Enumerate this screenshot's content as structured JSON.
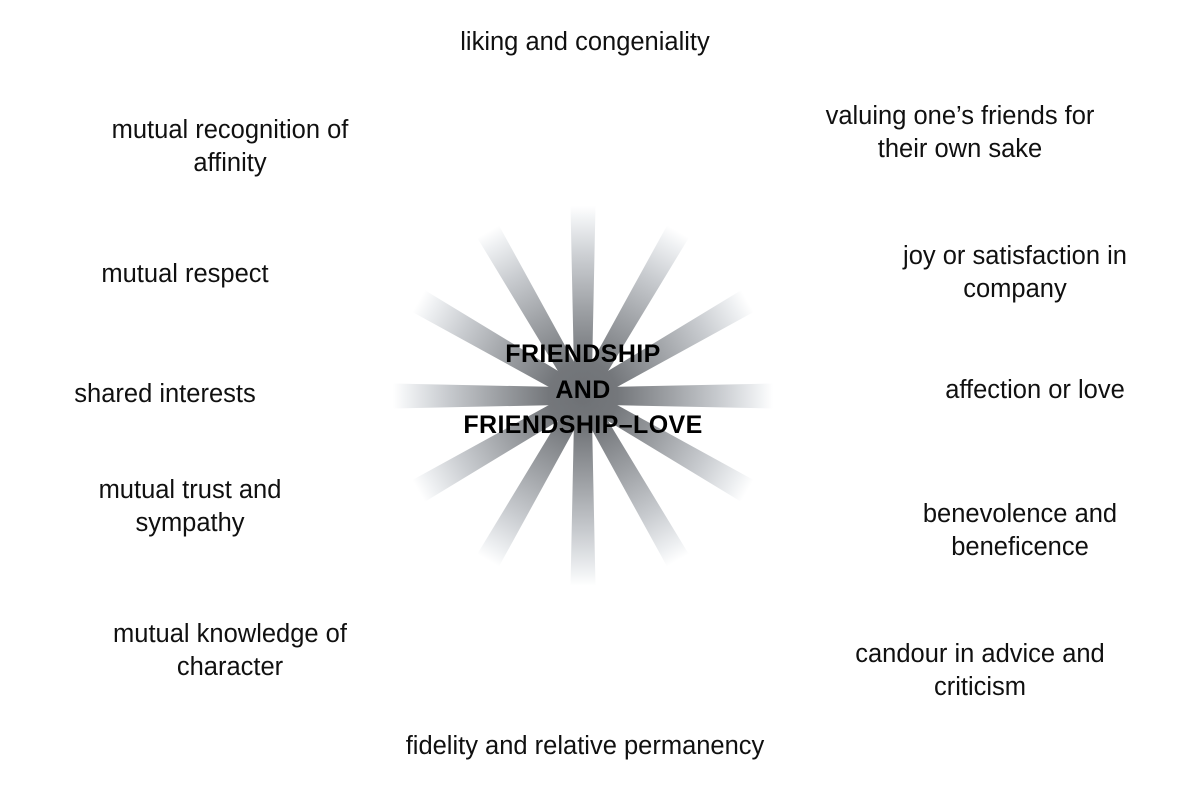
{
  "diagram": {
    "type": "radial-sunburst",
    "center": {
      "text": "FRIENDSHIP\nAND\nFRIENDSHIP–LOVE",
      "line1": "FRIENDSHIP",
      "line2": "AND",
      "line3": "FRIENDSHIP–LOVE"
    },
    "ray_count": 12,
    "ray_angle_step_degrees": 30,
    "colors": {
      "background": "#ffffff",
      "text": "#000000",
      "ray_inner": "#6f7276",
      "ray_outer": "#ffffff"
    },
    "spokes": [
      {
        "angle": 90,
        "position": "top",
        "label": "liking and congeniality"
      },
      {
        "angle": 60,
        "position": "upper-right",
        "label": "valuing one’s friends for\ntheir own sake"
      },
      {
        "angle": 30,
        "position": "right-upper",
        "label": "joy or satisfaction in\ncompany"
      },
      {
        "angle": 0,
        "position": "right",
        "label": "affection or love"
      },
      {
        "angle": -30,
        "position": "right-lower",
        "label": "benevolence and\nbeneficence"
      },
      {
        "angle": -60,
        "position": "lower-right",
        "label": "candour in advice and\ncriticism"
      },
      {
        "angle": -90,
        "position": "bottom",
        "label": "fidelity and relative permanency"
      },
      {
        "angle": -120,
        "position": "lower-left",
        "label": "mutual knowledge of\ncharacter"
      },
      {
        "angle": -150,
        "position": "left-lower",
        "label": "mutual trust and\nsympathy"
      },
      {
        "angle": 180,
        "position": "left",
        "label": "shared interests"
      },
      {
        "angle": 150,
        "position": "left-upper",
        "label": "mutual respect"
      },
      {
        "angle": 120,
        "position": "upper-left",
        "label": "mutual recognition of\naffinity"
      }
    ]
  }
}
